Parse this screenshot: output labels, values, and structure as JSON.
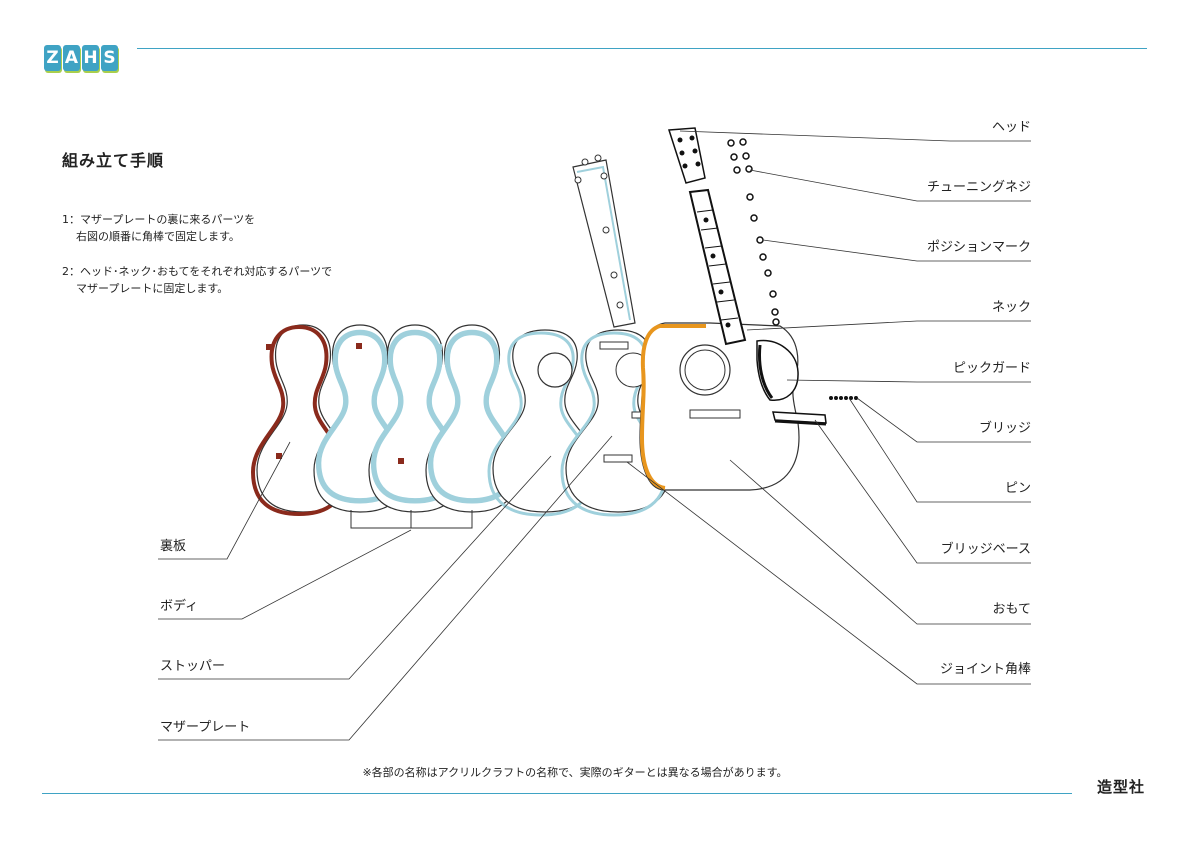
{
  "logo": {
    "letters": [
      "Z",
      "A",
      "H",
      "S"
    ]
  },
  "instructions": {
    "title": "組み立て手順",
    "step1_line1": "1：マザープレートの裏に来るパーツを",
    "step1_line2": "右図の順番に角棒で固定します。",
    "step2_line1": "2：ヘッド･ネック･おもてをそれぞれ対応するパーツで",
    "step2_line2": "マザープレートに固定します。"
  },
  "right_labels": [
    "ヘッド",
    "チューニングネジ",
    "ポジションマーク",
    "ネック",
    "ピックガード",
    "ブリッジ",
    "ピン",
    "ブリッジベース",
    "おもて",
    "ジョイント角棒"
  ],
  "left_labels": [
    "裏板",
    "ボディ",
    "ストッパー",
    "マザープレート"
  ],
  "footer": {
    "note": "※各部の名称はアクリルクラフトの名称で、実際のギターとは異なる場合があります。",
    "brand": "造型社"
  },
  "colors": {
    "accent_line": "#3fa3c4",
    "back_plate": "#8a2a1c",
    "body_blue": "#9fd0dc",
    "top_orange": "#e8961e",
    "outline": "#333333"
  }
}
